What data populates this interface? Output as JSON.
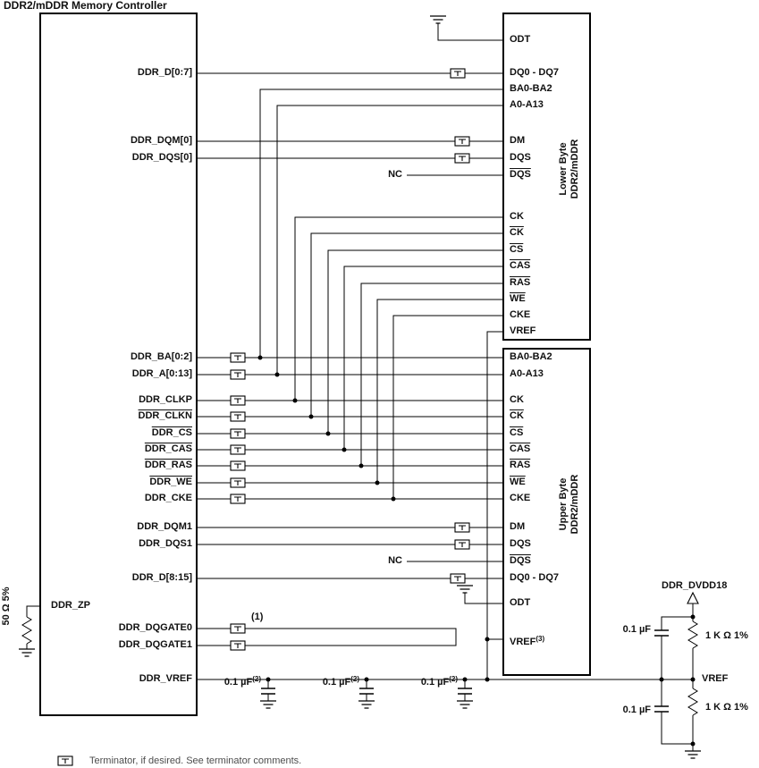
{
  "title": "DDR2/mDDR Memory Controller",
  "controller": {
    "pins": [
      {
        "label": "DDR_D[0:7]"
      },
      {
        "label": "DDR_DQM[0]"
      },
      {
        "label": "DDR_DQS[0]"
      },
      {
        "label": "DDR_BA[0:2]"
      },
      {
        "label": "DDR_A[0:13]"
      },
      {
        "label": "DDR_CLKP"
      },
      {
        "label": "DDR_CLKN",
        "overline": true
      },
      {
        "label": "DDR_CS",
        "overline": true
      },
      {
        "label": "DDR_CAS",
        "overline": true
      },
      {
        "label": "DDR_RAS",
        "overline": true
      },
      {
        "label": "DDR_WE",
        "overline": true
      },
      {
        "label": "DDR_CKE"
      },
      {
        "label": "DDR_DQM1"
      },
      {
        "label": "DDR_DQS1"
      },
      {
        "label": "DDR_D[8:15]"
      },
      {
        "label": "DDR_ZP"
      },
      {
        "label": "DDR_DQGATE0"
      },
      {
        "label": "DDR_DQGATE1"
      },
      {
        "label": "DDR_VREF"
      }
    ]
  },
  "lower_byte": {
    "name": [
      "Lower Byte",
      "DDR2/mDDR"
    ],
    "pins": [
      {
        "label": "ODT"
      },
      {
        "label": "DQ0 - DQ7"
      },
      {
        "label": "BA0-BA2"
      },
      {
        "label": "A0-A13"
      },
      {
        "label": "DM"
      },
      {
        "label": "DQS"
      },
      {
        "label": "DQS",
        "overline": true
      },
      {
        "label": "CK"
      },
      {
        "label": "CK",
        "overline": true
      },
      {
        "label": "CS",
        "overline": true
      },
      {
        "label": "CAS",
        "overline": true
      },
      {
        "label": "RAS",
        "overline": true
      },
      {
        "label": "WE",
        "overline": true
      },
      {
        "label": "CKE"
      },
      {
        "label": "VREF"
      }
    ]
  },
  "upper_byte": {
    "name": [
      "Upper Byte",
      "DDR2/mDDR"
    ],
    "pins": [
      {
        "label": "BA0-BA2"
      },
      {
        "label": "A0-A13"
      },
      {
        "label": "CK"
      },
      {
        "label": "CK",
        "overline": true
      },
      {
        "label": "CS",
        "overline": true
      },
      {
        "label": "CAS",
        "overline": true
      },
      {
        "label": "RAS",
        "overline": true
      },
      {
        "label": "WE",
        "overline": true
      },
      {
        "label": "CKE"
      },
      {
        "label": "DM"
      },
      {
        "label": "DQS"
      },
      {
        "label": "DQS",
        "overline": true
      },
      {
        "label": "DQ0 - DQ7"
      },
      {
        "label": "ODT"
      },
      {
        "label": "VREF",
        "sup": "(3)"
      }
    ]
  },
  "annotations": {
    "nc": "NC",
    "note1": "(1)",
    "zp_resistor": "50 Ω 5%",
    "rail_cap": "0.1 µF",
    "rail_cap_sup": "(2)"
  },
  "divider": {
    "supply": "DDR_DVDD18",
    "cap_top": "0.1 µF",
    "cap_bottom": "0.1 µF",
    "resistor_top": "1 K Ω 1%",
    "resistor_bottom": "1 K Ω 1%",
    "vref": "VREF"
  },
  "legend": "Terminator, if desired. See terminator comments."
}
